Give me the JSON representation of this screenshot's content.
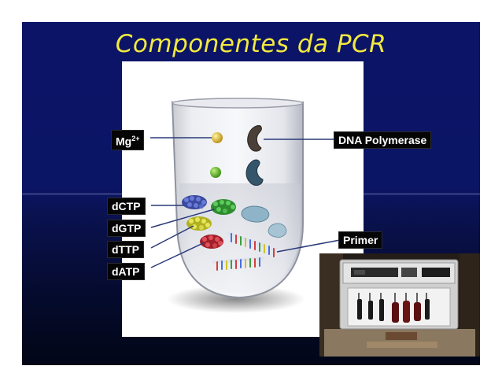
{
  "slide": {
    "title": "Componentes da PCR"
  },
  "labels": {
    "mg": "Mg",
    "mg_superscript": "2+",
    "dna_polymerase": "DNA Polymerase",
    "dctp": "dCTP",
    "dgtp": "dGTP",
    "dttp": "dTTP",
    "datp": "dATP",
    "primer": "Primer"
  },
  "colors": {
    "background_top": "#0c1467",
    "background_bottom": "#020617",
    "title": "#f2ea3e",
    "label_bg": "#050505",
    "label_text": "#ffffff"
  }
}
